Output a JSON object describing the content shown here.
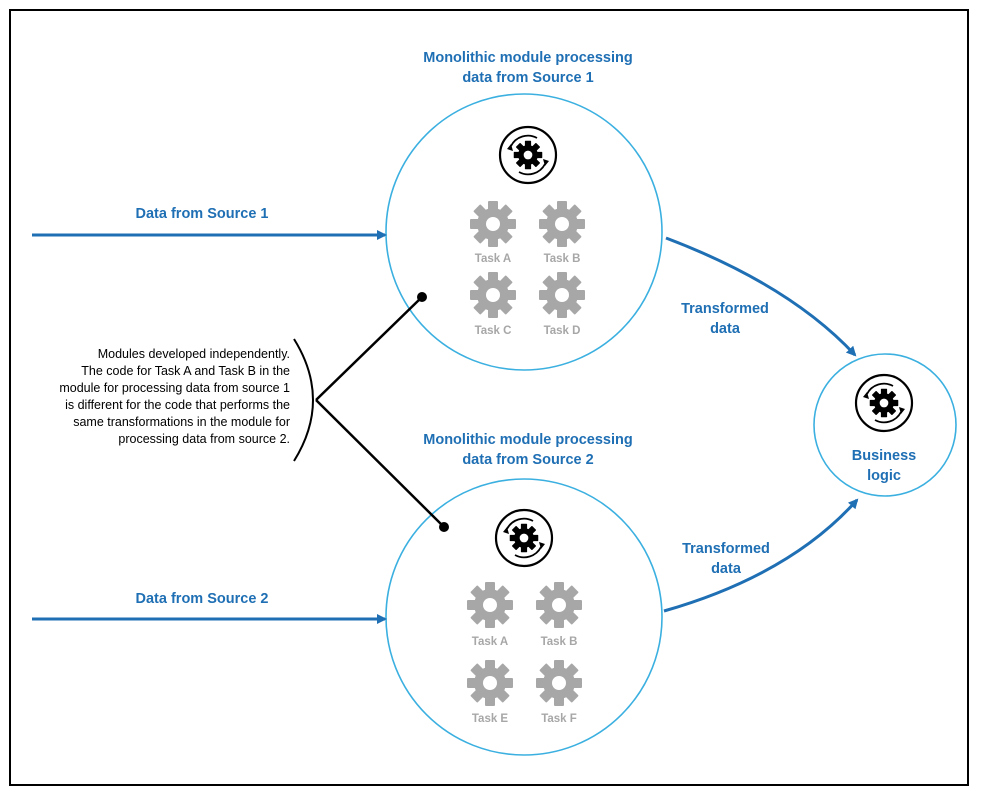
{
  "modules": [
    {
      "title_lines": [
        "Monolithic module processing",
        "data from Source 1"
      ],
      "input_label": "Data from Source 1",
      "output_label_lines": [
        "Transformed",
        "data"
      ],
      "tasks": [
        "Task A",
        "Task B",
        "Task C",
        "Task D"
      ]
    },
    {
      "title_lines": [
        "Monolithic module processing",
        "data from Source 2"
      ],
      "input_label": "Data from Source 2",
      "output_label_lines": [
        "Transformed",
        "data"
      ],
      "tasks": [
        "Task A",
        "Task B",
        "Task E",
        "Task F"
      ]
    }
  ],
  "business_logic": {
    "label_lines": [
      "Business",
      "logic"
    ]
  },
  "note_lines": [
    "Modules developed independently.",
    "The code for Task A and Task B in the",
    "module for processing data from source 1",
    "is different for the code that performs the",
    "same transformations in the module for",
    "processing data from source 2."
  ],
  "colors": {
    "arrow": "#1f6fb4",
    "circle": "#3bb0e0",
    "gear": "#a7a7a7",
    "text_blue": "#1f6fb4"
  },
  "icons": [
    "process-gear-icon",
    "gear-icon",
    "arrow-icon"
  ]
}
